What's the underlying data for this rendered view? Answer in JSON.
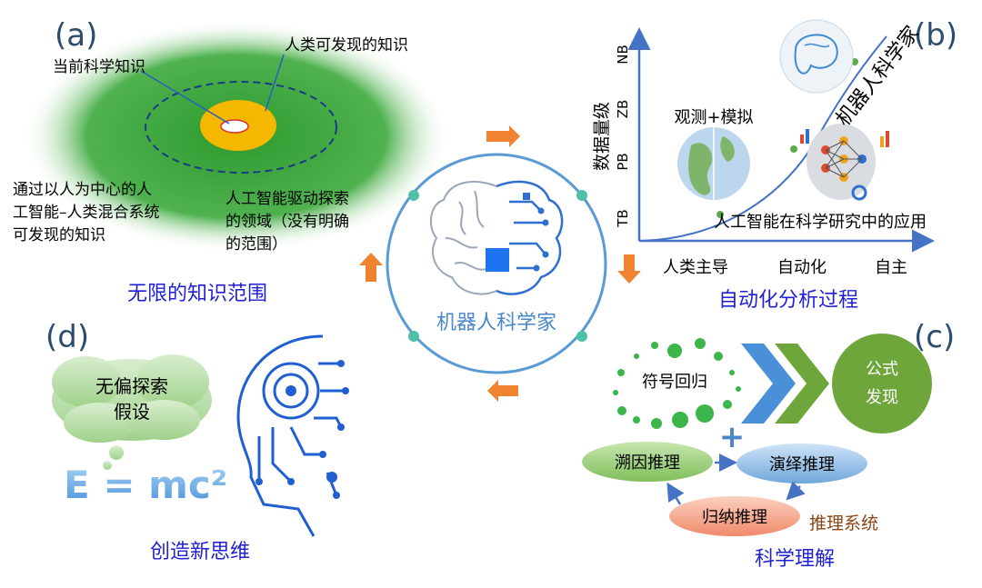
{
  "panels": {
    "a": {
      "letter": "(a)",
      "current_knowledge": "当前科学知识",
      "human_discoverable": "人类可发现的知识",
      "hybrid_line1": "通过以人为中心的人",
      "hybrid_line2": "工智能–人类混合系统",
      "hybrid_line3": "可发现的知识",
      "ai_line1": "人工智能驱动探索",
      "ai_line2": "的领域（没有明确",
      "ai_line3": "的范围）",
      "caption": "无限的知识范围"
    },
    "b": {
      "letter": "(b)",
      "y_axis_title": "数据量级",
      "y_ticks": [
        "TB",
        "PB",
        "ZB",
        "NB"
      ],
      "x_ticks": [
        "人类主导",
        "自动化",
        "自主"
      ],
      "observe_label": "观测+模拟",
      "ai_app_label": "人工智能在科学研究中的应用",
      "robot_label": "机器人科学家",
      "caption": "自动化分析过程"
    },
    "c": {
      "letter": "(c)",
      "symbolic_regression": "符号回归",
      "formula_line1": "公式",
      "formula_line2": "发现",
      "plus": "+",
      "abductive": "溯因推理",
      "deductive": "演绎推理",
      "inductive": "归纳推理",
      "reasoning_system": "推理系统",
      "caption": "科学理解"
    },
    "d": {
      "letter": "(d)",
      "thought_line1": "无偏探索",
      "thought_line2": "假设",
      "formula": "E = mc²",
      "caption": "创造新思维"
    }
  },
  "center": {
    "title": "机器人科学家"
  },
  "colors": {
    "caption_blue": "#1f1fd6",
    "letter_blue": "#2b4c6f",
    "accent_orange": "#f0832f",
    "ring_blue": "#5b9bd5",
    "dot_teal": "#4fc1a8",
    "field_green": "#5cb85c",
    "core_gold": "#f5b700",
    "formula_green": "#6fa63c",
    "chevron_blue": "#4a90d9",
    "brown_label": "#8b4513"
  }
}
